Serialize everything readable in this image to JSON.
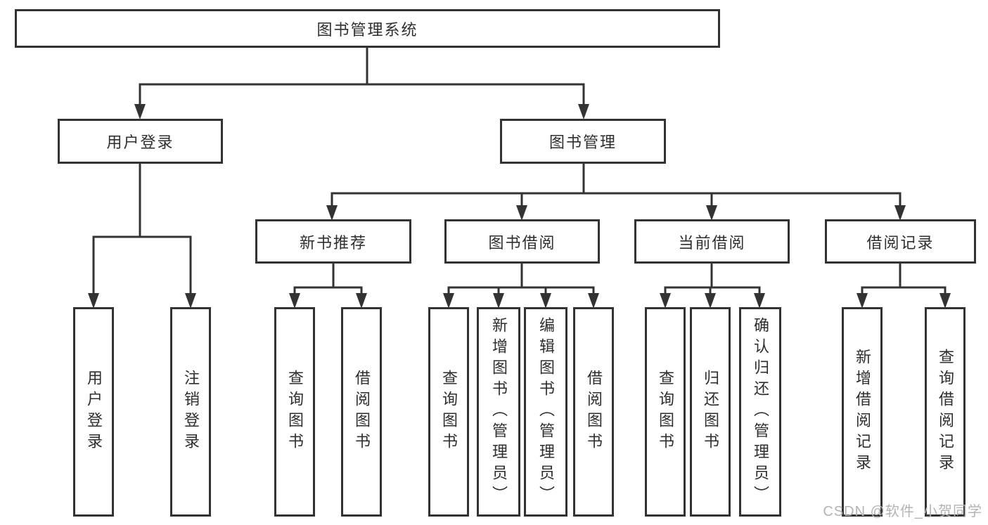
{
  "diagram": {
    "root": {
      "label": "图书管理系统"
    },
    "level2": [
      {
        "label": "用户登录",
        "children": [
          {
            "label": "用户登录"
          },
          {
            "label": "注销登录"
          }
        ]
      },
      {
        "label": "图书管理",
        "children": [
          {
            "label": "新书推荐",
            "children": [
              {
                "label": "查询图书"
              },
              {
                "label": "借阅图书"
              }
            ]
          },
          {
            "label": "图书借阅",
            "children": [
              {
                "label": "查询图书"
              },
              {
                "label": "新增图书（管理员）"
              },
              {
                "label": "编辑图书（管理员）"
              },
              {
                "label": "借阅图书"
              }
            ]
          },
          {
            "label": "当前借阅",
            "children": [
              {
                "label": "查询图书"
              },
              {
                "label": "归还图书"
              },
              {
                "label": "确认归还（管理员）"
              }
            ]
          },
          {
            "label": "借阅记录",
            "children": [
              {
                "label": "新增借阅记录"
              },
              {
                "label": "查询借阅记录"
              }
            ]
          }
        ]
      }
    ]
  },
  "watermark": {
    "text": "CSDN @软件_小贺同学"
  },
  "colors": {
    "line": "#333333",
    "box_border": "#333333",
    "text": "#2e2e2e",
    "background": "#ffffff",
    "watermark": "#b3b3b3"
  }
}
